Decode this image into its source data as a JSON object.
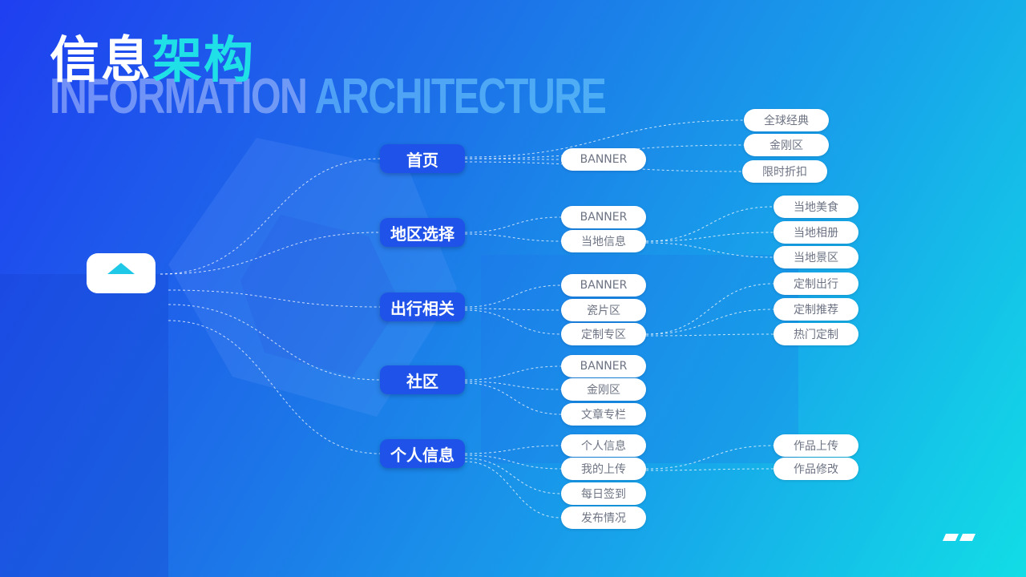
{
  "title": {
    "part1": "信息",
    "part2": "架构"
  },
  "subtitle": {
    "part1": "INFORMATION",
    "part2": "ARCHITECTURE"
  },
  "colors": {
    "accent": "#1fe0e6",
    "node_primary": "#1f52e8",
    "node_secondary": "#ffffff",
    "link": "#ffffff"
  },
  "tree": {
    "root": {
      "icon": "logo-icon"
    },
    "level1": [
      {
        "label": "首页",
        "children": [
          {
            "label": "BANNER"
          }
        ],
        "leaves": [
          "全球经典",
          "金刚区",
          "限时折扣"
        ]
      },
      {
        "label": "地区选择",
        "children": [
          {
            "label": "BANNER"
          },
          {
            "label": "当地信息",
            "children": [
              "当地美食",
              "当地相册",
              "当地景区"
            ]
          }
        ]
      },
      {
        "label": "出行相关",
        "children": [
          {
            "label": "BANNER"
          },
          {
            "label": "瓷片区"
          },
          {
            "label": "定制专区",
            "children": [
              "定制出行",
              "定制推荐",
              "热门定制"
            ]
          }
        ]
      },
      {
        "label": "社区",
        "children": [
          {
            "label": "BANNER"
          },
          {
            "label": "金刚区"
          },
          {
            "label": "文章专栏"
          }
        ]
      },
      {
        "label": "个人信息",
        "children": [
          {
            "label": "个人信息"
          },
          {
            "label": "我的上传",
            "children": [
              "作品上传",
              "作品修改"
            ]
          },
          {
            "label": "每日签到"
          },
          {
            "label": "发布情况"
          }
        ]
      }
    ]
  }
}
